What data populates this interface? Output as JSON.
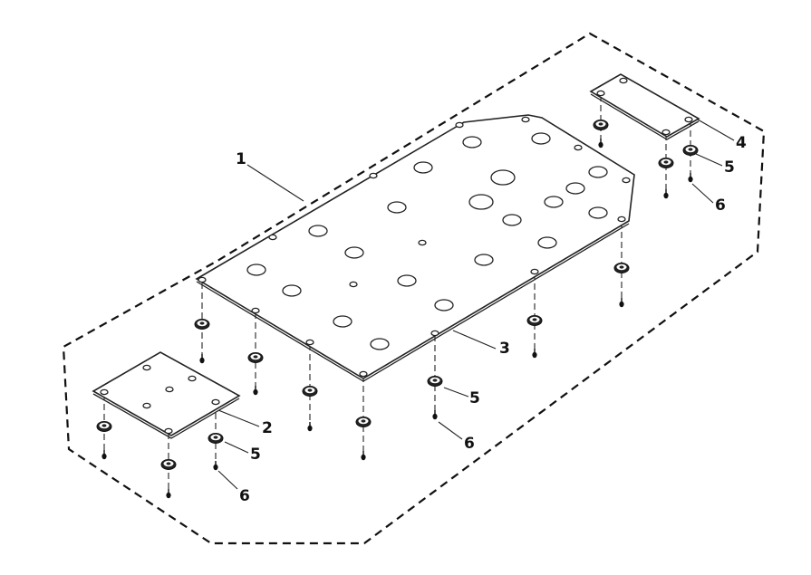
{
  "diagram": {
    "callouts": [
      {
        "id": "c1",
        "label": "1"
      },
      {
        "id": "c2",
        "label": "2"
      },
      {
        "id": "c3",
        "label": "3"
      },
      {
        "id": "c4",
        "label": "4"
      },
      {
        "id": "c5a",
        "label": "5"
      },
      {
        "id": "c5b",
        "label": "5"
      },
      {
        "id": "c5c",
        "label": "5"
      },
      {
        "id": "c6a",
        "label": "6"
      },
      {
        "id": "c6b",
        "label": "6"
      },
      {
        "id": "c6c",
        "label": "6"
      }
    ],
    "colors": {
      "line": "#222222",
      "background": "#ffffff"
    }
  }
}
